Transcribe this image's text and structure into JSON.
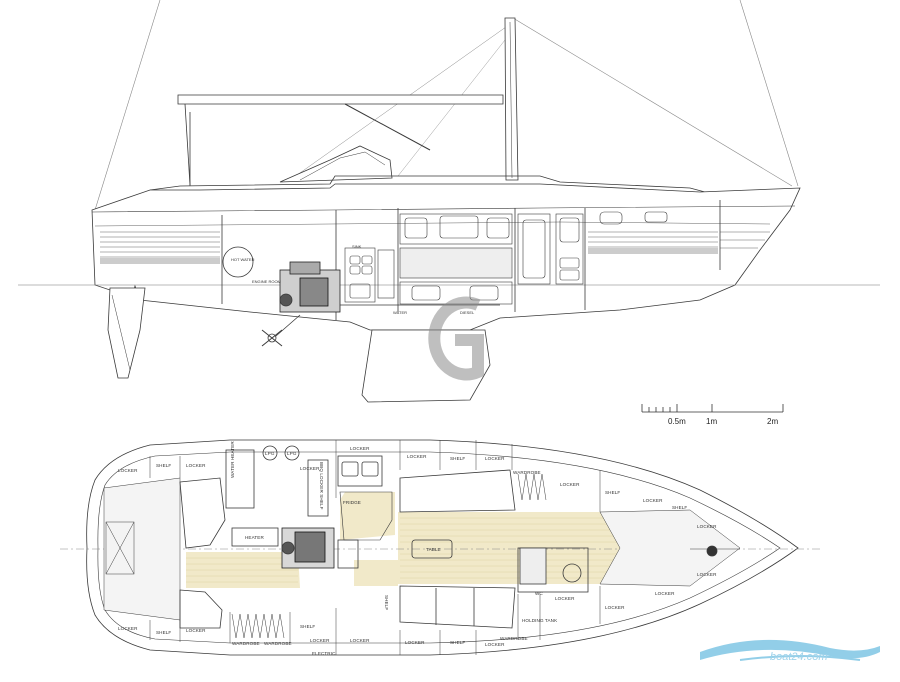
{
  "side_profile_labels": {
    "hot_water": "HOT\nWATER",
    "engine_room": "ENGINE ROOM",
    "sink": "SINK",
    "water": "WATER",
    "diesel": "DIESEL"
  },
  "scale_bar": {
    "ticks": [
      "0.5m",
      "1m",
      "2m"
    ]
  },
  "deck_plan_labels": {
    "locker": "LOCKER",
    "shelf": "SHELF",
    "wardrobe": "WARDROBE",
    "water_heater": "WATER HEATER",
    "lpg": "LPG",
    "heater": "HEATER",
    "fridge": "FRIDGE",
    "table": "TABLE",
    "wc": "WC",
    "holding_tank": "HOLDING\nTANK",
    "electric": "ELECTRIC",
    "bbq_locker": "BBQ LOCKER SHELF",
    "shelf_vertical": "SHELF"
  },
  "watermark": {
    "logo_letter": "G",
    "corner_text": "boat24.com"
  },
  "colors": {
    "line": "#3a3a3a",
    "teak": "#f1e9c9",
    "teak_line": "#d8cc9a",
    "watermark_logo": "#8a8a8a",
    "watermark_wave": "#7fc6e4"
  }
}
